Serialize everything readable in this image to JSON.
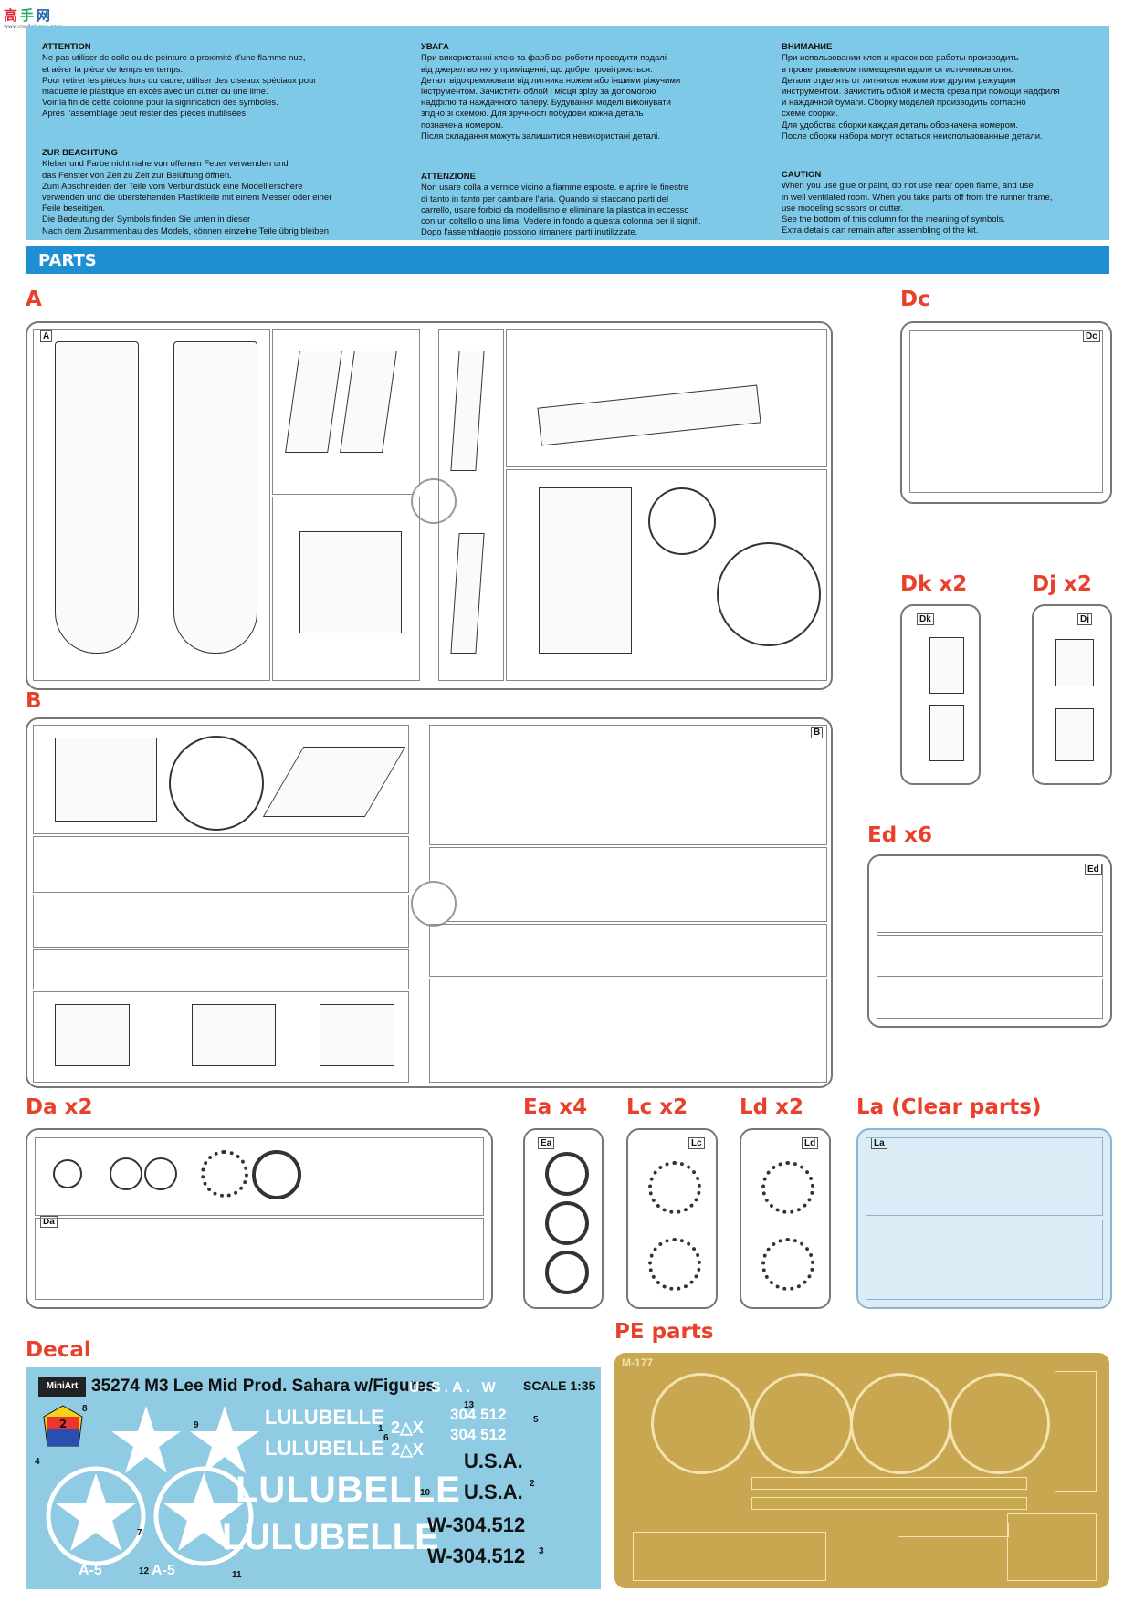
{
  "watermark": "高手网 www.modelsgao.com",
  "warnings": {
    "fr": {
      "title": "ATTENTION",
      "text": "Ne pas utiliser de colle ou de peinture a proximité d'une flamme nue,\net aérer la pièce de temps en temps.\nPour retirer les pièces hors du cadre, utiliser des ciseaux spéciaux pour\nmaquette le plastique en excès avec un cutter ou une lime.\nVoir la fin de cette colonne pour la signification des symboles.\nAprès l'assemblage peut rester des pièces inutilisées."
    },
    "de": {
      "title": "ZUR BEACHTUNG",
      "text": "Kleber und Farbe nicht nahe von offenem Feuer verwenden und\ndas Fenster von Zeit zu Zeit zur Belüftung öffnen.\nZum Abschneiden der Teile vom Verbundstück eine Modellierschere\nverwenden und die überstehenden Plastikteile mit einem Messer oder einer\nFeile beseitigen.\nDie Bedeutung der Symbols finden Sie unten in dieser\nNach dem Zusammenbau des Models, können einzelne Teile übrig bleiben"
    },
    "ua": {
      "title": "УВАГА",
      "text": "При використанні клею та фарб всі роботи проводити подалі\nвід джерел вогню у приміщенні, що добре провітрюється.\nДеталі відокремлювати від литника ножем або іншими ріжучими\nінструментом. Зачистити облой і місця зрізу за допомогою\nнадфілю та наждачного паперу. Будування моделі виконувати\nзгідно зі схемою. Для зручності побудови кожна деталь\nпозначена номером.\nПісля складання можуть залишитися невикористані деталі."
    },
    "it": {
      "title": "ATTENZIONE",
      "text": "Non usare colla a vernice vicino a fiamme esposte. e aprire le finestre\ndi tanto in tanto per cambiare l'aria. Quando si staccano parti del\ncarrello, usare forbici da modellismo e eliminare la plastica in eccesso\ncon un coltello o una lima. Vedere in fondo a questa colonna per il signifi.\nDopo l'assemblaggio possono rimanere parti inutilizzate."
    },
    "ru": {
      "title": "ВНИМАНИЕ",
      "text": "При использовании клея и красок все работы производить\nв проветриваемом помещении вдали от источников огня.\nДетали отделять от литников ножом или другим режущим\nинструментом. Зачистить облой и места среза при помощи надфиля\nи наждачной бумаги. Сборку моделей производить согласно\nсхеме сборки.\nДля удобства сборки каждая деталь обозначена номером.\nПосле сборки набора могут остаться неиспользованные детали."
    },
    "en": {
      "title": "CAUTION",
      "text": "When you use glue or paint, do not use near open flame, and use\nin well ventilated room. When you take parts off from the runner frame,\nuse modeling scissors or cutter.\nSee the bottom of this column for the meaning of symbols.\nExtra details can remain after assembling of the kit."
    }
  },
  "parts_heading": "PARTS",
  "sprues": {
    "A": {
      "label": "A",
      "id": "A"
    },
    "B": {
      "label": "B",
      "id": "B"
    },
    "Dc": {
      "label": "Dc",
      "id": "Dc"
    },
    "Dk": {
      "label": "Dk x2",
      "id": "Dk"
    },
    "Dj": {
      "label": "Dj x2",
      "id": "Dj"
    },
    "Ed": {
      "label": "Ed x6",
      "id": "Ed"
    },
    "Da": {
      "label": "Da x2",
      "id": "Da"
    },
    "Ea": {
      "label": "Ea x4",
      "id": "Ea"
    },
    "Lc": {
      "label": "Lc x2",
      "id": "Lc"
    },
    "Ld": {
      "label": "Ld x2",
      "id": "Ld"
    },
    "La": {
      "label": "La (Clear parts)",
      "id": "La"
    }
  },
  "decal": {
    "label": "Decal",
    "brand": "MiniArt",
    "title": "35274 M3 Lee Mid Prod. Sahara w/Figures",
    "scale": "SCALE 1:35",
    "usa_w": "U.S.A. W",
    "lulubelle_small": "LULUBELLE",
    "lulubelle_large": "LULUBELLE",
    "serial_small": "304 512",
    "tri": "2△X",
    "usa": "U.S.A.",
    "w_serial": "W-304.512",
    "a5": "A-5",
    "numbers": [
      "1",
      "2",
      "3",
      "4",
      "5",
      "6",
      "7",
      "8",
      "9",
      "10",
      "11",
      "12",
      "13"
    ]
  },
  "pe": {
    "label": "PE parts",
    "code": "M-177"
  },
  "colors": {
    "panel": "#7fc9e8",
    "banner": "#1f8fd3",
    "label_red": "#e8402a",
    "decal_bg": "#8fcbe3",
    "pe_gold": "#c9a650"
  }
}
